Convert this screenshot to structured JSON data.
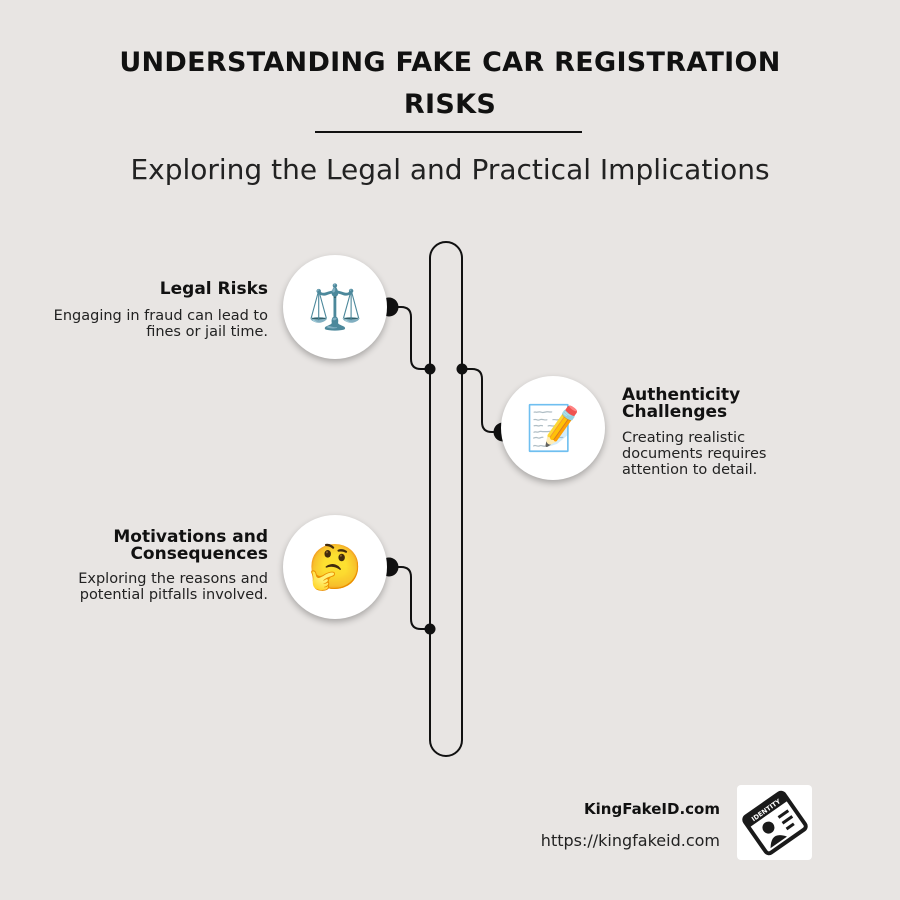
{
  "header": {
    "title": "UNDERSTANDING FAKE CAR REGISTRATION RISKS",
    "subtitle": "Exploring the Legal and Practical Implications"
  },
  "items": [
    {
      "heading": "Legal Risks",
      "description": "Engaging in fraud can lead to fines or jail time.",
      "icon": "⚖️",
      "icon_name": "scales-icon"
    },
    {
      "heading": "Authenticity Challenges",
      "description": "Creating realistic documents requires attention to detail.",
      "icon": "📝",
      "icon_name": "memo-pencil-icon"
    },
    {
      "heading": "Motivations and Consequences",
      "description": "Exploring the reasons and potential pitfalls involved.",
      "icon": "🤔",
      "icon_name": "thinking-face-icon"
    }
  ],
  "footer": {
    "brand": "KingFakeID.com",
    "url": "https://kingfakeid.com",
    "logo_text": "IDENTITY"
  }
}
